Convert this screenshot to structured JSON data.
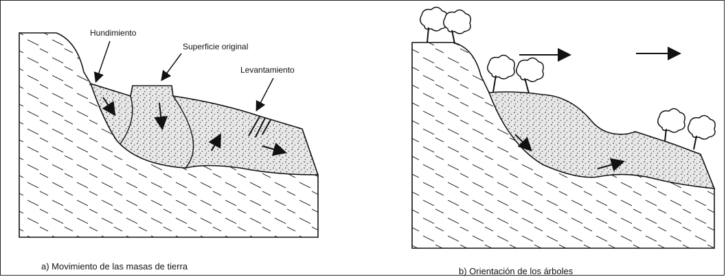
{
  "panel_a": {
    "labels": {
      "subsidence": "Hundimiento",
      "original_surface": "Superficie original",
      "uplift": "Levantamiento"
    },
    "caption": "a) Movimiento de las masas de tierra"
  },
  "panel_b": {
    "caption": "b) Orientación de los árboles"
  },
  "colors": {
    "line": "#111111",
    "soil_fill": "#e9e9e9",
    "background": "#ffffff"
  }
}
